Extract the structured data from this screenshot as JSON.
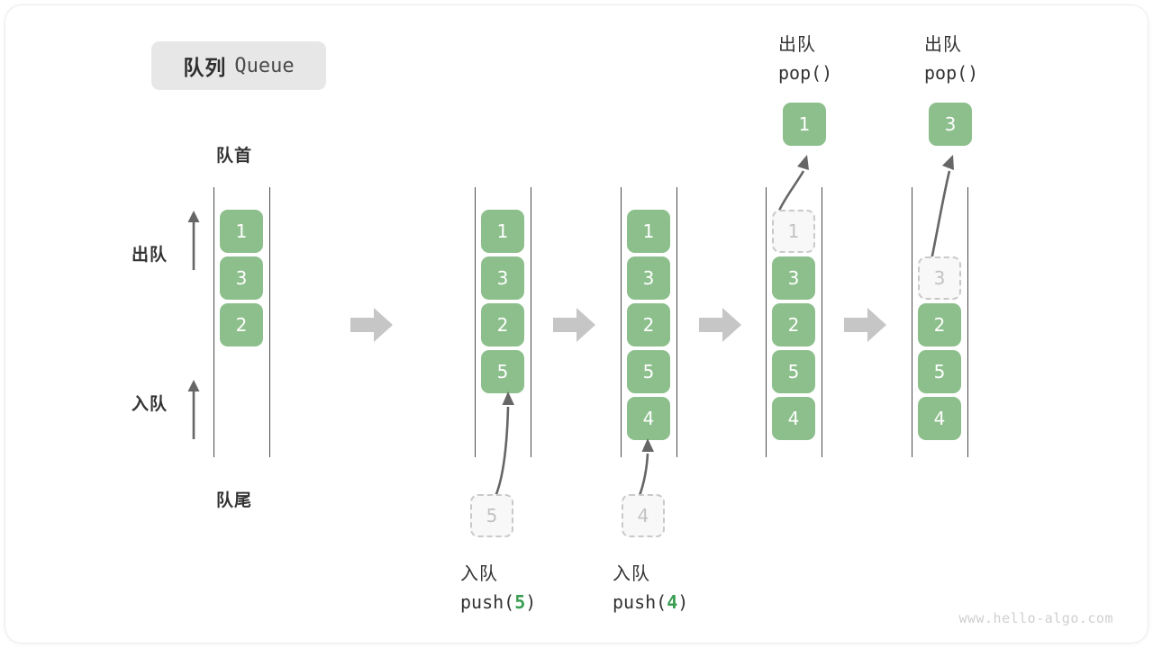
{
  "title": {
    "cn": "队列",
    "en": "Queue"
  },
  "axis_labels": {
    "head": "队首",
    "tail": "队尾",
    "dequeue": "出队",
    "enqueue": "入队"
  },
  "colors": {
    "cell_fill": "#8cbf8c",
    "cell_text": "#ffffff",
    "ghost_fill": "#f8f8f8",
    "ghost_border": "#c9c9c9",
    "ghost_text": "#c2c2c2",
    "rail": "#4a4a4a",
    "arrow": "#666666",
    "step_arrow": "#c6c6c6",
    "badge_bg": "#e7e7e7",
    "accent_green": "#3a9e52",
    "label_text": "#333333"
  },
  "icons": {
    "step_arrow": "right-block-arrow",
    "dir_arrow": "up-arrow",
    "motion_arrow": "curved-arrow"
  },
  "columns": [
    {
      "id": "initial",
      "cells": [
        "1",
        "3",
        "2"
      ],
      "ghost": null,
      "popped": null,
      "op_cn": null,
      "op_code": null,
      "op_code_value": null
    },
    {
      "id": "push-5",
      "cells": [
        "1",
        "3",
        "2",
        "5"
      ],
      "ghost": {
        "value": "5",
        "slot": "below"
      },
      "popped": null,
      "op_cn": "入队",
      "op_code_prefix": "push(",
      "op_code_value": "5",
      "op_code_suffix": ")"
    },
    {
      "id": "push-4",
      "cells": [
        "1",
        "3",
        "2",
        "5",
        "4"
      ],
      "ghost": {
        "value": "4",
        "slot": "below"
      },
      "popped": null,
      "op_cn": "入队",
      "op_code_prefix": "push(",
      "op_code_value": "4",
      "op_code_suffix": ")"
    },
    {
      "id": "pop-1",
      "cells": [
        "3",
        "2",
        "5",
        "4"
      ],
      "ghost": {
        "value": "1",
        "slot": "0"
      },
      "popped": "1",
      "op_cn": "出队",
      "op_code_prefix": "pop(",
      "op_code_value": "",
      "op_code_suffix": ")"
    },
    {
      "id": "pop-3",
      "cells": [
        "2",
        "5",
        "4"
      ],
      "ghost": {
        "value": "3",
        "slot": "1"
      },
      "popped": "3",
      "op_cn": "出队",
      "op_code_prefix": "pop(",
      "op_code_value": "",
      "op_code_suffix": ")"
    }
  ],
  "watermark": "www.hello-algo.com"
}
